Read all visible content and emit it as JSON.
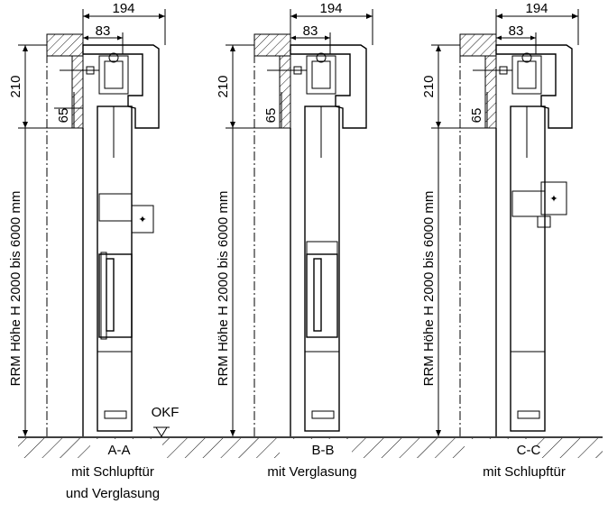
{
  "dimensions": {
    "width_total": "194",
    "width_inner": "83",
    "height_header": "210",
    "height_small": "65",
    "height_range": "RRM Höhe H 2000 bis 6000 mm"
  },
  "floor_label": "OKF",
  "sections": [
    {
      "id": "A-A",
      "caption_lines": [
        "mit Schlupftür",
        "und Verglasung"
      ]
    },
    {
      "id": "B-B",
      "caption_lines": [
        "mit Verglasung"
      ]
    },
    {
      "id": "C-C",
      "caption_lines": [
        "mit Schlupftür"
      ]
    }
  ]
}
